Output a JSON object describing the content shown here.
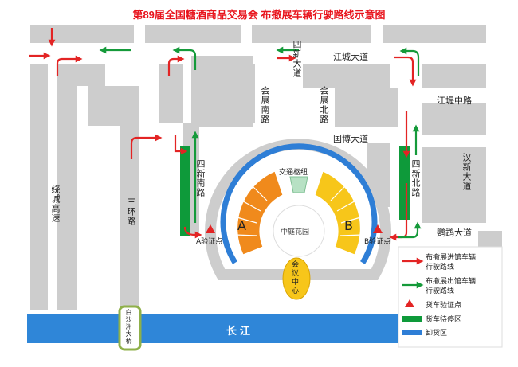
{
  "title": "第89届全国糖酒商品交易会   布撤展车辆行驶路线示意图",
  "roads": {
    "jiangcheng": "江城大道",
    "guobo": "国博大道",
    "jiangdi": "江堤中路",
    "yingshu": "鹦鹉大道",
    "raocheng": "绕城高速",
    "sanhuan": "三环路",
    "sixin_nan": "四新南路",
    "sixin_bei": "四新北路",
    "sixin_da": "四新大道",
    "huizhan_nan": "会展南路",
    "huizhan_bei": "会展北路",
    "hanxin": "汉新大道",
    "baishazhou": "白沙洲大桥",
    "river": "长江"
  },
  "venue": {
    "hub": "交通枢纽",
    "garden": "中庭花园",
    "meeting": "会议中心",
    "hall_a": "A",
    "hall_b": "B",
    "checkpoint_a": "A验证点",
    "checkpoint_b": "B验证点"
  },
  "legend": {
    "inbound": "布撤展进馆车辆行驶路线",
    "outbound": "布撤展出馆车辆行驶路线",
    "checkpoint": "货车验证点",
    "waiting": "货车待停区",
    "unloading": "卸货区"
  },
  "colors": {
    "title": "#e8141d",
    "road": "#cdcdcd",
    "river": "#2f86d8",
    "inbound": "#e32424",
    "outbound": "#159a3a",
    "waiting": "#0e9a3a",
    "unloading": "#2e7ed6",
    "hall_a": "#f08a1c",
    "hall_b": "#f7c61a"
  }
}
